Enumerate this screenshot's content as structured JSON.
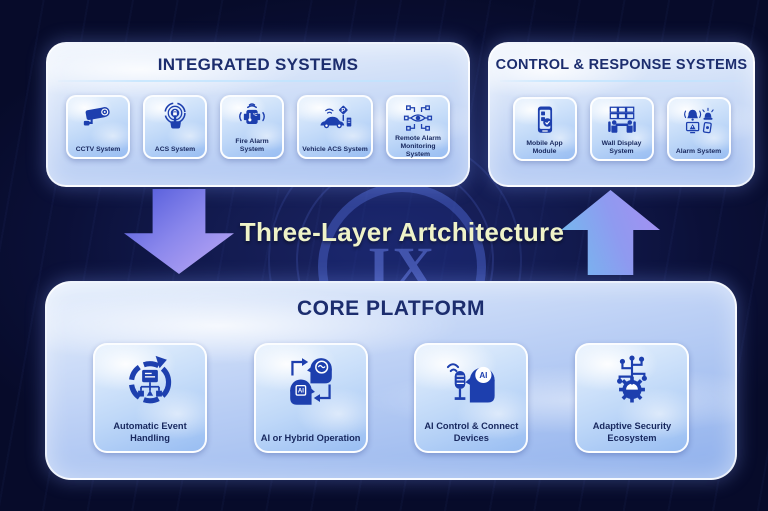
{
  "title": "Three-Layer Artchitecture",
  "background": {
    "emblem_text": "IX"
  },
  "panels": {
    "integrated": {
      "title": "INTEGRATED SYSTEMS",
      "cards": [
        {
          "label": "CCTV System",
          "icon": "cctv-camera-icon"
        },
        {
          "label": "ACS System",
          "icon": "touch-access-icon"
        },
        {
          "label": "Fire Alarm System",
          "icon": "fire-alarm-icon"
        },
        {
          "label": "Vehicle ACS System",
          "icon": "vehicle-access-icon"
        },
        {
          "label": "Remote Alarm Monitoring System",
          "icon": "remote-monitoring-icon"
        }
      ]
    },
    "control": {
      "title": "CONTROL & RESPONSE SYSTEMS",
      "cards": [
        {
          "label": "Mobile App Module",
          "icon": "mobile-app-icon"
        },
        {
          "label": "Wall Display System",
          "icon": "wall-display-icon"
        },
        {
          "label": "Alarm System",
          "icon": "alarm-icon"
        }
      ]
    },
    "core": {
      "title": "CORE PLATFORM",
      "cards": [
        {
          "label": "Automatic Event Handling",
          "icon": "automatic-event-icon"
        },
        {
          "label": "AI or Hybrid Operation",
          "icon": "ai-hybrid-icon"
        },
        {
          "label": "AI Control & Connect Devices",
          "icon": "ai-control-icon"
        },
        {
          "label": "Adaptive Security Ecosystem",
          "icon": "adaptive-security-icon"
        }
      ]
    }
  },
  "colors": {
    "background": "#0b1038",
    "panel_title": "#1c2d6e",
    "icon_blue": "#1d3fae",
    "card_label": "#18285e",
    "main_title_text": "#eff3c8",
    "panel_underline": "#bfe4ff",
    "arrow_down_gradient": [
      "#4b55d8",
      "#c0aaf5"
    ],
    "arrow_up_gradient": [
      "#6fc0ee",
      "#a78ef2"
    ]
  }
}
